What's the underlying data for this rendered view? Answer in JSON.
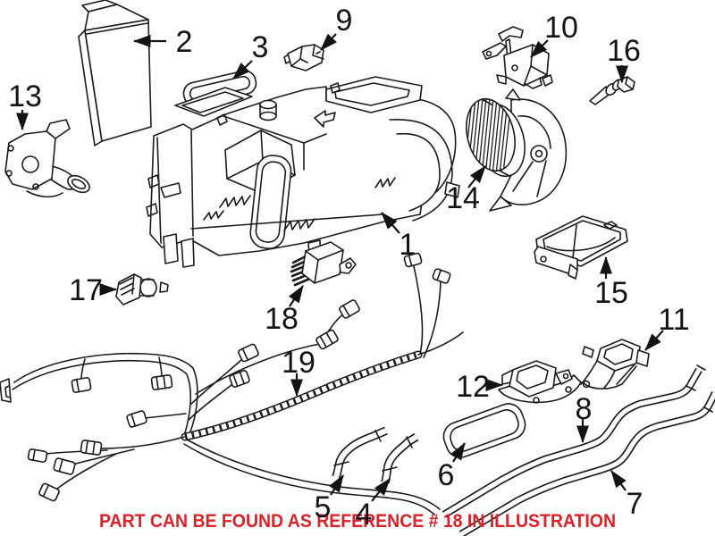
{
  "colors": {
    "background": "#ffffff",
    "line": "#1b1b1b",
    "caption": "#d8232a"
  },
  "caption": {
    "text": "PART CAN BE FOUND AS REFERENCE # 18 IN ILLUSTRATION"
  },
  "callouts": [
    {
      "number": "1",
      "part": "hvac-housing-assembly"
    },
    {
      "number": "2",
      "part": "heater-core"
    },
    {
      "number": "3",
      "part": "heater-core-seal"
    },
    {
      "number": "4",
      "part": "heater-hose"
    },
    {
      "number": "5",
      "part": "heater-hose"
    },
    {
      "number": "6",
      "part": "evaporator-seal"
    },
    {
      "number": "7",
      "part": "heater-pipe"
    },
    {
      "number": "8",
      "part": "heater-pipe"
    },
    {
      "number": "9",
      "part": "control-module"
    },
    {
      "number": "10",
      "part": "actuator-with-bracket"
    },
    {
      "number": "11",
      "part": "air-flap-actuator"
    },
    {
      "number": "12",
      "part": "air-flap-actuator"
    },
    {
      "number": "13",
      "part": "air-flap-actuator"
    },
    {
      "number": "14",
      "part": "blower-motor"
    },
    {
      "number": "15",
      "part": "duct-tray"
    },
    {
      "number": "16",
      "part": "temperature-sensor"
    },
    {
      "number": "17",
      "part": "sensor-connector"
    },
    {
      "number": "18",
      "part": "blower-resistor"
    },
    {
      "number": "19",
      "part": "wiring-harness"
    }
  ]
}
